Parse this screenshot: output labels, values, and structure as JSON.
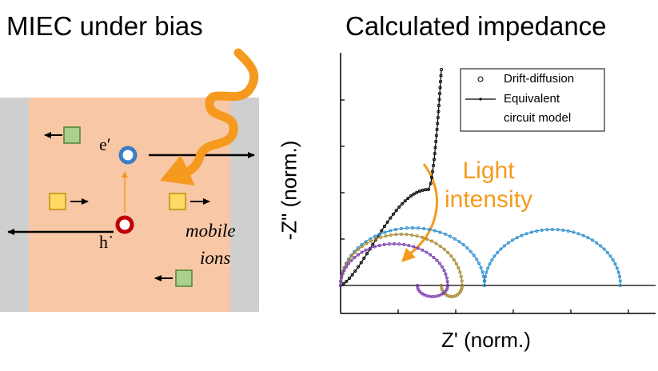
{
  "titles": {
    "left": "MIEC under bias",
    "right": "Calculated impedance"
  },
  "device": {
    "electron_label": "e′",
    "hole_label": "h˙",
    "ions_label_line1": "mobile",
    "ions_label_line2": "ions",
    "colors": {
      "electrode": "#cfcfcf",
      "miec": "#f8c7a6",
      "light": "#f59a1e",
      "electron": "#3b7fc4",
      "hole": "#c00000",
      "ion_green": "#a9d08e",
      "ion_yellow": "#ffd966"
    }
  },
  "plot": {
    "xlabel": "Z' (norm.)",
    "ylabel": "-Z\" (norm.)",
    "annotation_line1": "Light",
    "annotation_line2": "intensity",
    "legend": {
      "item1": "Drift-diffusion",
      "item2_line1": "Equivalent",
      "item2_line2": "circuit model"
    },
    "series_colors": [
      "#000000",
      "#2e8fcf",
      "#a88a30",
      "#7a3fb0"
    ]
  }
}
